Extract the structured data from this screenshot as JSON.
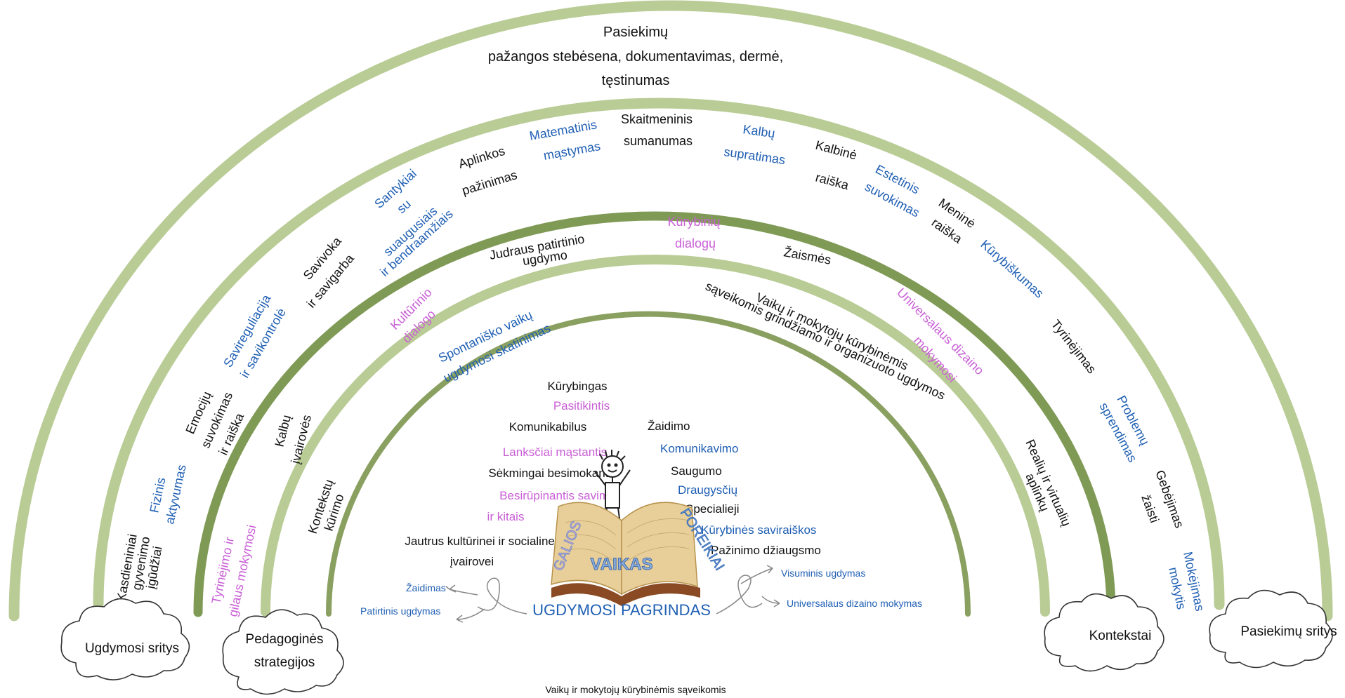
{
  "outer_arc": {
    "title": "Pasiekimų",
    "line2": "pažangos stebėsena, dokumentavimas, dermė,",
    "line3": "tęstinumas"
  },
  "ugdymosi_sritys": {
    "fizinis": "Fizinis",
    "aktyvumas": "aktyvumas",
    "kasdieniniai": "Kasdieniniai",
    "gyvenimo": "gyvenimo",
    "igudziai": "įgūdžiai",
    "emociju": "Emocijų",
    "suvokimas": "suvokimas",
    "ir_raiska": "ir raiška",
    "saviregul": "Savireguliacija",
    "ir_savikontrole": "ir savikontrolė",
    "savivoka": "Savivoka",
    "ir_savigarba": "ir savigarba",
    "santykiai": "Santykiai",
    "su": "su",
    "suaugusiais": "suaugusiais",
    "ir_bendraamz": "ir bendraamžiais",
    "aplinkos": "Aplinkos",
    "pazinimas": "pažinimas",
    "matematinis": "Matematinis",
    "mastymas": "mąstymas",
    "skaitmeninis": "Skaitmeninis",
    "sumanumas": "sumanumas",
    "kalbu": "Kalbų",
    "supratimas": "supratimas",
    "kalbine": "Kalbinė",
    "raiska": "raiška",
    "estetinis": "Estetinis",
    "suvokimas2": "suvokimas",
    "menine": "Meninė",
    "raiska2": "raiška"
  },
  "pasiekimu_sritys": {
    "kurybiskumas": "Kūrybiškumas",
    "tyrinejimas": "Tyrinėjimas",
    "problemu": "Problemų",
    "sprendimas": "sprendimas",
    "gebejimas": "Gebėjimas",
    "zaisti": "žaisti",
    "mokejimas": "Mokėjimas",
    "mokytis": "mokytis"
  },
  "pedagogines": {
    "kalbu": "Kalbų",
    "ivairoves": "įvairovės",
    "kulturinio": "Kultūrinio",
    "dialogo": "dialogo",
    "judraus": "Judraus patirtinio",
    "ugdymo": "ugdymo",
    "kurybiniu": "Kūrybinių",
    "dialogu": "dialogų",
    "zaismes": "Žaismės",
    "universalaus": "Universalaus dizaino",
    "mokymosi": "mokymosi",
    "tyrinejimo": "Tyrinėjimo ir",
    "gilaus": "gilaus mokymosi",
    "realiu": "Realių ir virtualių",
    "aplinku": "aplinkų"
  },
  "kontekstai": {
    "spontanisko": "Spontaniško vaikų",
    "ugdymosi_skat": "ugdymosi skatinimas",
    "vaiku": "Vaikų ir mokytojų kūrybinėmis",
    "saveikomis": "sąveikomis grindžiamo ir organizuoto ugdymos",
    "konteksto": "Kontekstų",
    "kurimo": "kūrimo"
  },
  "center": {
    "left_list": [
      {
        "text": "Kūrybingas",
        "color": "black"
      },
      {
        "text": "Pasitikintis",
        "color": "pink"
      },
      {
        "text": "Komunikabilus",
        "color": "black"
      },
      {
        "text": "Lanksčiai mąstantis",
        "color": "pink"
      },
      {
        "text": "Sėkmingai besimokantis",
        "color": "black"
      },
      {
        "text": "Besirūpinantis savimi",
        "color": "pink"
      },
      {
        "text": "ir kitais",
        "color": "pink"
      },
      {
        "text": "Jautrus kultūrinei ir socialinei",
        "color": "black"
      },
      {
        "text": "įvairovei",
        "color": "black"
      }
    ],
    "right_list": [
      {
        "text": "Žaidimo",
        "color": "black"
      },
      {
        "text": "Komunikavimo",
        "color": "blue"
      },
      {
        "text": "Saugumo",
        "color": "black"
      },
      {
        "text": "Draugysčių",
        "color": "blue"
      },
      {
        "text": "Specialieji",
        "color": "black"
      },
      {
        "text": "Kūrybinės saviraiškos",
        "color": "blue"
      },
      {
        "text": "Pažinimo džiaugsmo",
        "color": "black"
      }
    ],
    "galios": "GALIOS",
    "poreikiai": "POREIKIAI",
    "vaikas": "VAIKAS",
    "ugdymosi_pagrindas": "UGDYMOSI PAGRINDAS",
    "zaidimas": "Žaidimas",
    "patirtinis": "Patirtinis ugdymas",
    "visuminis": "Visuminis ugdymas",
    "universalaus_mok": "Universalaus dizaino  mokymas"
  },
  "clouds": {
    "ugdymosi_sritys": "Ugdymosi  sritys",
    "pedagogines_l1": "Pedagoginės",
    "pedagogines_l2": "strategijos",
    "kontekstai": "Kontekstai",
    "pasiekimu_sritys": "Pasiekimų sritys"
  },
  "footer": "Vaikų ir mokytojų kūrybinėmis sąveikomis",
  "colors": {
    "arc_light": "#b9cc95",
    "arc_dark": "#7f9a55",
    "blue": "#1f5fb3",
    "pink": "#c95fd6"
  }
}
